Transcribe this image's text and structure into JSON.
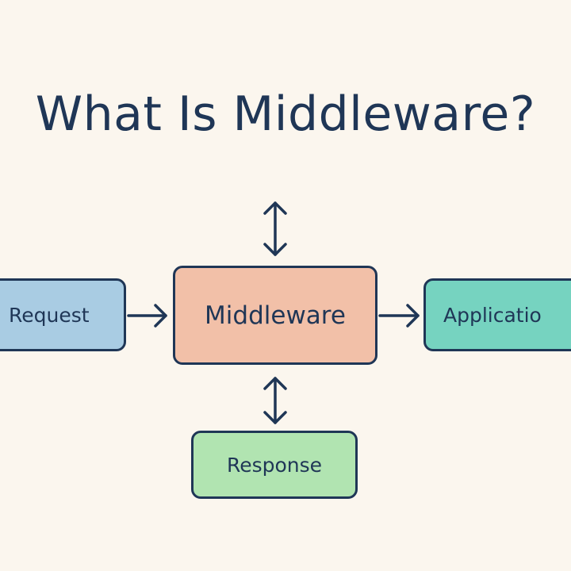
{
  "title": "What Is Middleware?",
  "nodes": {
    "request": "Request",
    "middleware": "Middleware",
    "application": "Applicatio",
    "response": "Response"
  },
  "colors": {
    "background": "#fbf6ee",
    "ink": "#1f3656",
    "request": "#a9cce3",
    "middleware": "#f2c0a8",
    "application": "#76d3c0",
    "response": "#b1e4b1"
  }
}
